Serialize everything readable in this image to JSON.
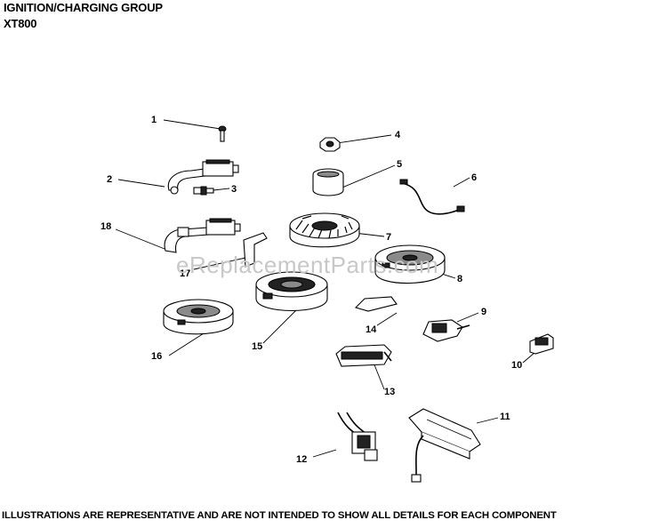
{
  "header": {
    "title": "IGNITION/CHARGING GROUP",
    "model": "XT800"
  },
  "watermark": "eReplacementParts.com",
  "footer": "ILLUSTRATIONS ARE REPRESENTATIVE AND ARE NOT INTENDED TO SHOW ALL DETAILS FOR EACH COMPONENT",
  "callouts": [
    "1",
    "2",
    "3",
    "4",
    "5",
    "6",
    "7",
    "8",
    "9",
    "10",
    "11",
    "12",
    "13",
    "14",
    "15",
    "16",
    "17",
    "18"
  ]
}
